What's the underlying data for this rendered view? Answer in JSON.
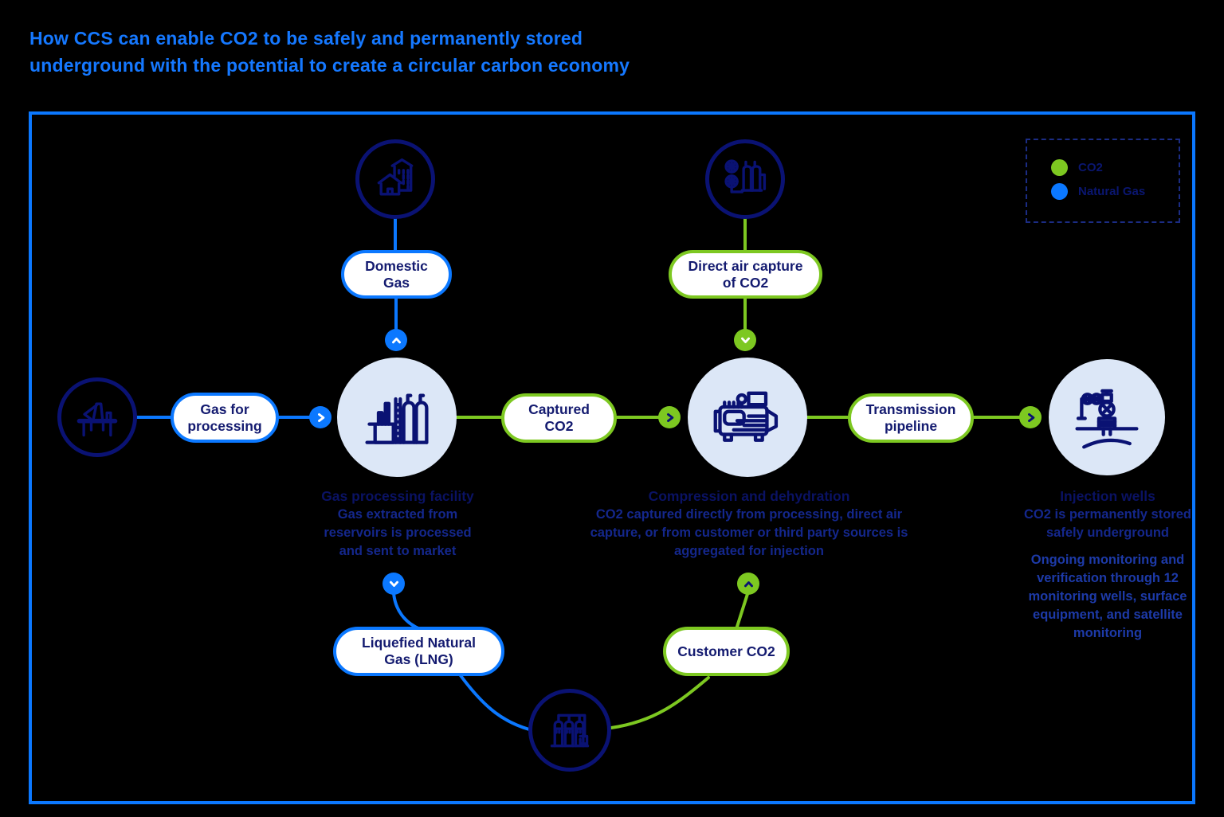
{
  "title": {
    "line1": "How CCS can enable CO2 to be safely and permanently stored",
    "line2": "underground with the potential to create a circular carbon economy"
  },
  "legend": {
    "co2_label": "CO2",
    "natural_gas_label": "Natural Gas"
  },
  "pills": {
    "domestic_gas": "Domestic Gas",
    "gas_for_processing": "Gas for processing",
    "direct_air_capture": "Direct air capture of CO2",
    "captured_co2": "Captured CO2",
    "transmission_pipeline": "Transmission pipeline",
    "lng": "Liquefied Natural Gas (LNG)",
    "customer_co2": "Customer CO2"
  },
  "captions": {
    "gas_processing": {
      "title": "Gas processing facility",
      "body": "Gas extracted from reservoirs is processed and sent to market"
    },
    "compression": {
      "title": "Compression and dehydration",
      "body": "CO2 captured directly from processing, direct air capture, or from customer or third party sources is aggregated for injection"
    },
    "injection": {
      "title": "Injection wells",
      "body": "CO2 is permanently stored safely underground",
      "body2": "Ongoing monitoring and verification through 12 monitoring wells, surface equipment, and satellite monitoring"
    }
  },
  "colors": {
    "co2_green": "#7DC821",
    "natural_gas_blue": "#0B78FF",
    "title_blue": "#1578FF",
    "icon_navy": "#0A1273",
    "node_fill_light_blue": "#DCE7F7",
    "background": "#000000"
  }
}
